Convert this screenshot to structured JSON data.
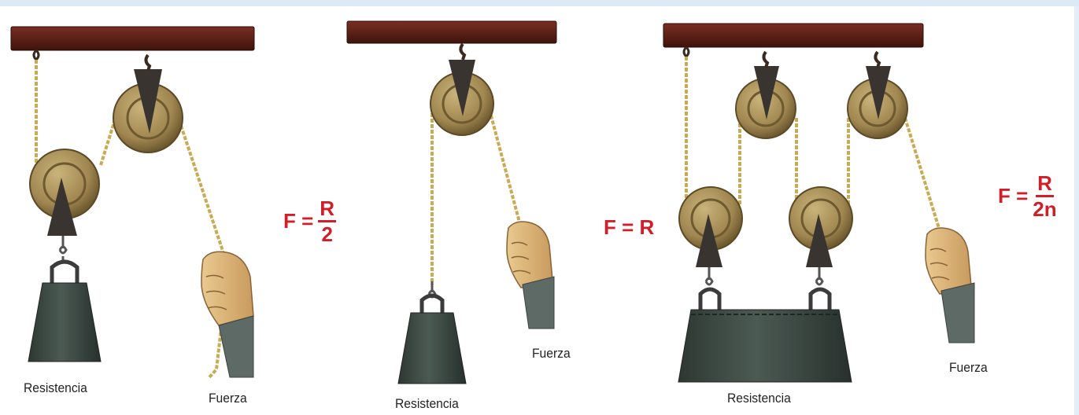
{
  "diagram_1": {
    "load_label": "Resistencia",
    "force_label": "Fuerza",
    "formula": {
      "lhs": "F =",
      "numerator": "R",
      "denominator": "2"
    }
  },
  "diagram_2": {
    "load_label": "Resistencia",
    "force_label": "Fuerza",
    "formula": {
      "lhs": "F = R"
    }
  },
  "diagram_3": {
    "load_label": "Resistencia",
    "force_label": "Fuerza",
    "formula": {
      "lhs": "F =",
      "numerator": "R",
      "denominator": "2n"
    }
  },
  "colors": {
    "beam": "#5a1f17",
    "pulley": "#a8915a",
    "block": "#3a3431",
    "weight": "#3e4a45",
    "rope": "#c9aa55",
    "formula": "#d11f2a"
  }
}
